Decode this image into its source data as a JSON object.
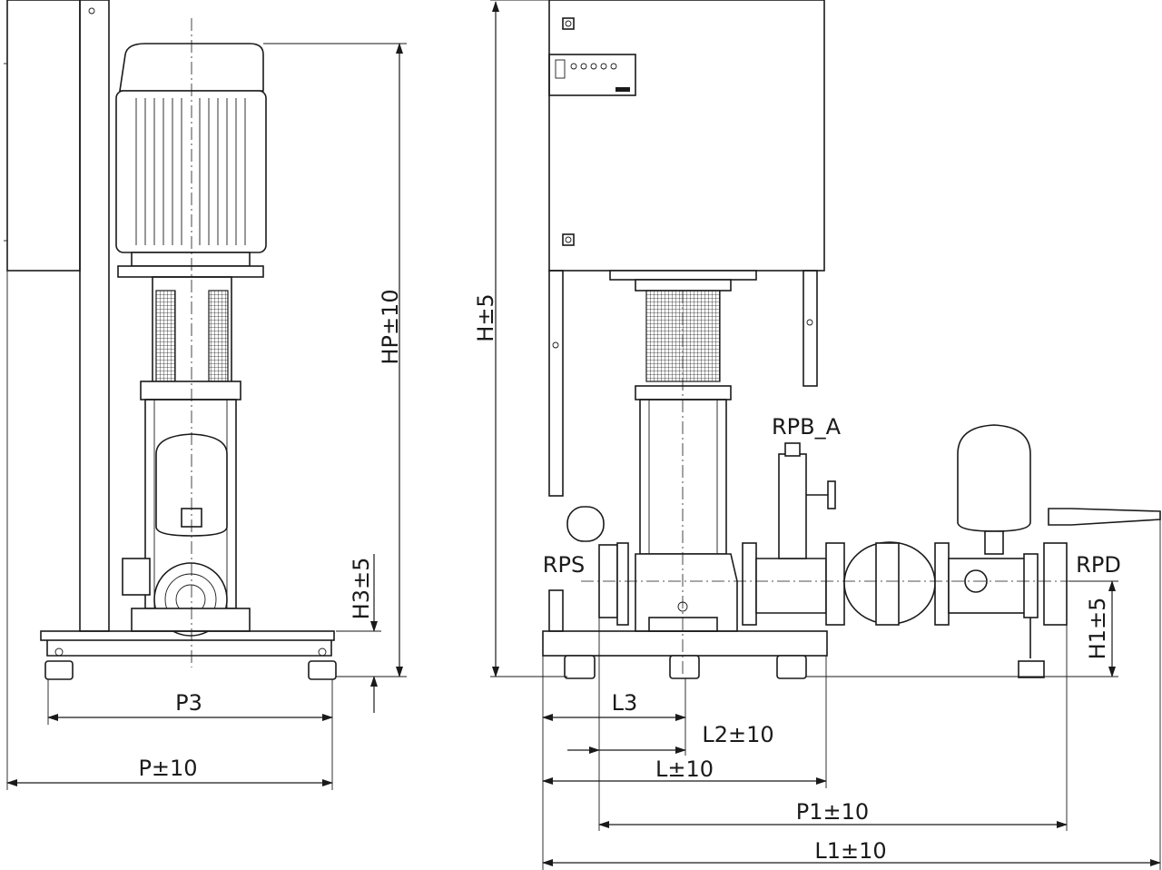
{
  "labels": {
    "hp": "HP±10",
    "h3": "H3±5",
    "p3": "P3",
    "p": "P±10",
    "h": "H±5",
    "rpb_a": "RPB_A",
    "rps": "RPS",
    "rpd": "RPD",
    "h1": "H1±5",
    "l3": "L3",
    "l2": "L2±10",
    "l": "L±10",
    "p1": "P1±10",
    "l1": "L1±10"
  }
}
